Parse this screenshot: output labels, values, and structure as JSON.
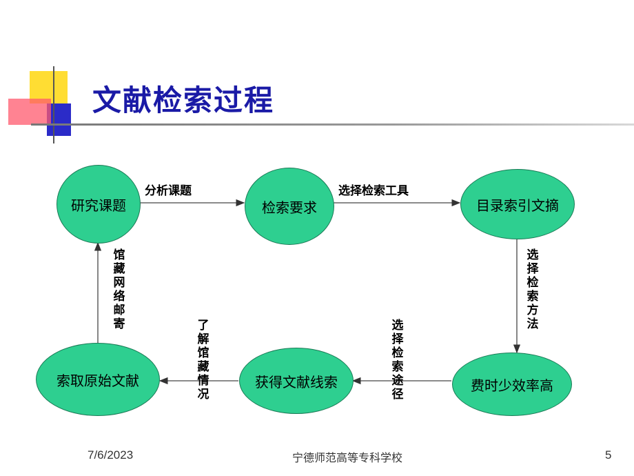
{
  "title": "文献检索过程",
  "nodes": {
    "research_topic": "研究课题",
    "search_requirements": "检索要求",
    "catalog_index": "目录索引文摘",
    "efficient": "费时少效率高",
    "clues": "获得文献线索",
    "obtain_original": "索取原始文献"
  },
  "edges": {
    "analyze_topic": "分析课题",
    "choose_tools": "选择检索工具",
    "choose_methods": "选择检索方法",
    "choose_routes": "选择检索途径",
    "understand_collection": "了解馆藏情况",
    "collection_network": "馆藏网络邮寄"
  },
  "footer": {
    "date": "7/6/2023",
    "school": "宁德师范高等专科学校",
    "page": "5"
  },
  "colors": {
    "node_fill": "#2ecf90",
    "title": "#1a1aa6"
  }
}
